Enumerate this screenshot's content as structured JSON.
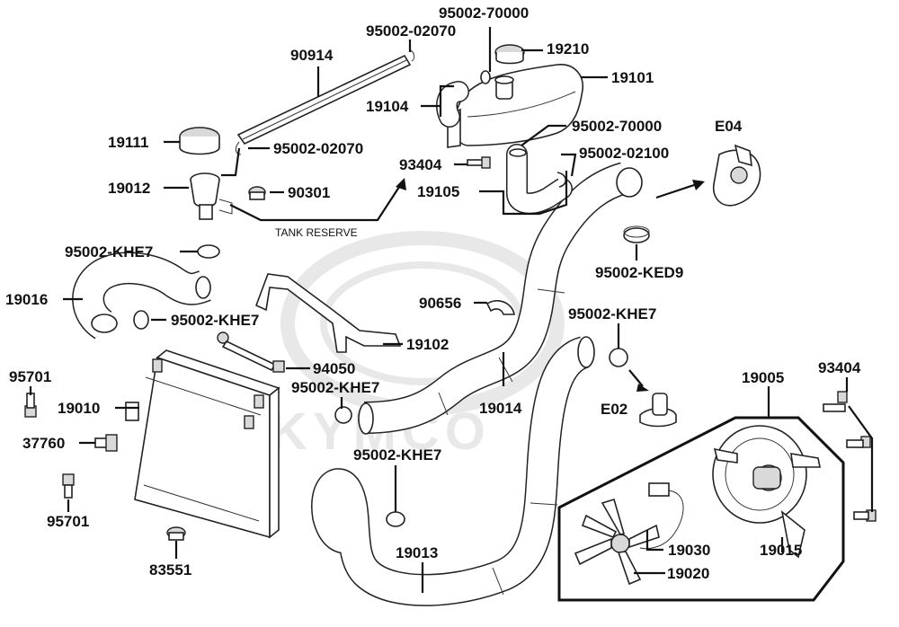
{
  "watermark": "KYMCO",
  "labels": {
    "p95002_70000_top": "95002-70000",
    "p95002_02070_top": "95002-02070",
    "p90914": "90914",
    "p19210": "19210",
    "p19101": "19101",
    "p19104": "19104",
    "p19111": "19111",
    "p95002_02070_mid": "95002-02070",
    "p95002_70000_mid": "95002-70000",
    "pE04": "E04",
    "p95002_02100": "95002-02100",
    "p93404_top": "93404",
    "p19012": "19012",
    "p90301": "90301",
    "p19105": "19105",
    "tank_reserve": "TANK RESERVE",
    "p95002_KHE7_a": "95002-KHE7",
    "p95002_KED9": "95002-KED9",
    "p19016": "19016",
    "p95002_KHE7_b": "95002-KHE7",
    "p90656": "90656",
    "p95002_KHE7_c": "95002-KHE7",
    "p19102": "19102",
    "p95701_top": "95701",
    "p94050": "94050",
    "p93404_right": "93404",
    "p19010": "19010",
    "p95002_KHE7_d": "95002-KHE7",
    "p19014": "19014",
    "p19005": "19005",
    "pE02": "E02",
    "p37760": "37760",
    "p95002_KHE7_e": "95002-KHE7",
    "p95701_bottom": "95701",
    "p19030": "19030",
    "p19015": "19015",
    "p19013": "19013",
    "p19020": "19020",
    "p83551": "83551"
  }
}
